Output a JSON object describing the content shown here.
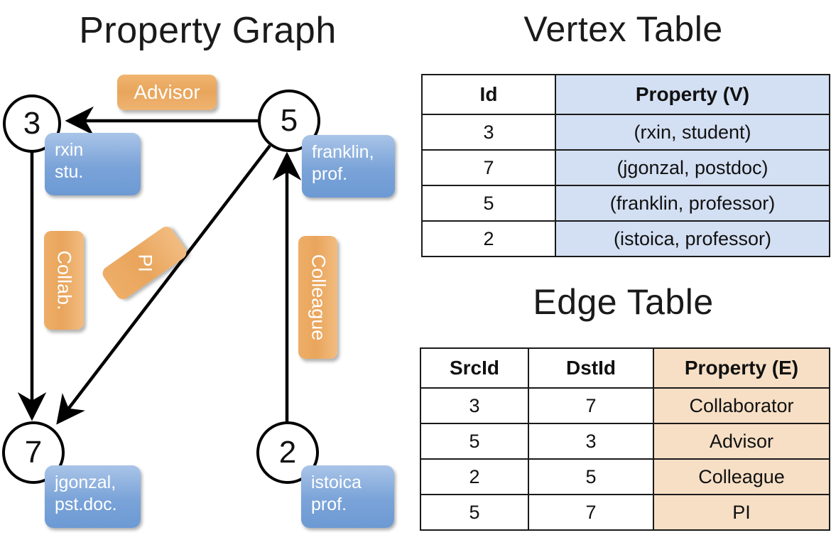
{
  "panels": {
    "graph_title": "Property Graph",
    "vertex_title": "Vertex Table",
    "edge_title": "Edge Table"
  },
  "graph": {
    "nodes": [
      {
        "id": "3",
        "property_label": [
          "rxin",
          "stu."
        ]
      },
      {
        "id": "5",
        "property_label": [
          "franklin,",
          "prof."
        ]
      },
      {
        "id": "7",
        "property_label": [
          "jgonzal,",
          "pst.doc."
        ]
      },
      {
        "id": "2",
        "property_label": [
          "istoica",
          "prof."
        ]
      }
    ],
    "edge_labels": [
      {
        "name": "advisor",
        "text": "Advisor"
      },
      {
        "name": "collaborator",
        "text": "Collab."
      },
      {
        "name": "pi",
        "text": "PI"
      },
      {
        "name": "colleague",
        "text": "Colleague"
      }
    ]
  },
  "vertex_table": {
    "headers": [
      "Id",
      "Property (V)"
    ],
    "rows": [
      {
        "id": "3",
        "property": "(rxin, student)"
      },
      {
        "id": "7",
        "property": "(jgonzal, postdoc)"
      },
      {
        "id": "5",
        "property": "(franklin, professor)"
      },
      {
        "id": "2",
        "property": "(istoica, professor)"
      }
    ]
  },
  "edge_table": {
    "headers": [
      "SrcId",
      "DstId",
      "Property (E)"
    ],
    "rows": [
      {
        "src": "3",
        "dst": "7",
        "property": "Collaborator"
      },
      {
        "src": "5",
        "dst": "3",
        "property": "Advisor"
      },
      {
        "src": "2",
        "dst": "5",
        "property": "Colleague"
      },
      {
        "src": "5",
        "dst": "7",
        "property": "PI"
      }
    ]
  },
  "colors": {
    "vertex_property_fill": "#d3dff2",
    "edge_property_fill": "#f7dfc5",
    "node_box_blue": "#7aa3d8",
    "edge_label_orange": "#e8a55c",
    "stroke": "#000000",
    "background": "#ffffff"
  }
}
